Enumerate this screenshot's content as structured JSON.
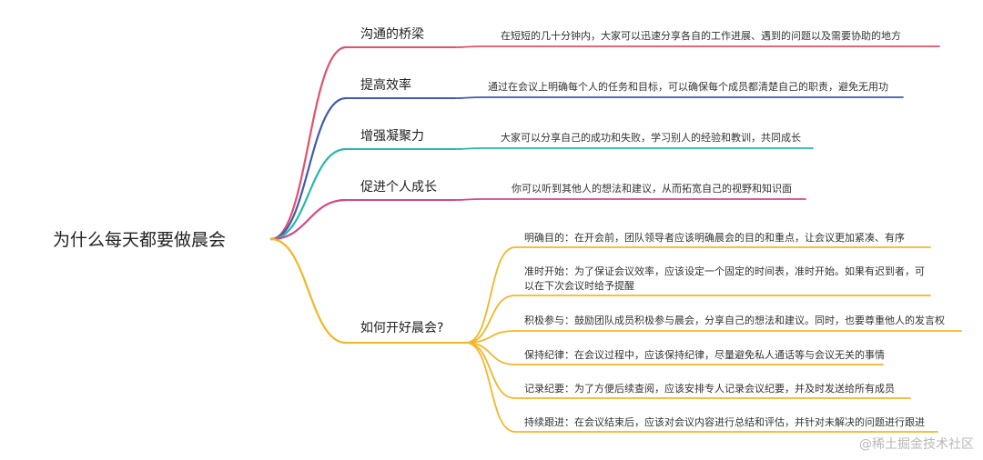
{
  "root": {
    "label": "为什么每天都要做晨会"
  },
  "branches": [
    {
      "label": "沟通的桥梁",
      "color": "#e0526a",
      "children": [
        "在短短的几十分钟内，大家可以迅速分享各自的工作进展、遇到的问题以及需要协助的地方"
      ]
    },
    {
      "label": "提高效率",
      "color": "#3e5bb0",
      "children": [
        "通过在会议上明确每个人的任务和目标，可以确保每个成员都清楚自己的职责，避免无用功"
      ]
    },
    {
      "label": "增强凝聚力",
      "color": "#27b8a8",
      "children": [
        "大家可以分享自己的成功和失败，学习别人的经验和教训，共同成长"
      ]
    },
    {
      "label": "促进个人成长",
      "color": "#d2488c",
      "children": [
        "你可以听到其他人的想法和建议，从而拓宽自己的视野和知识面"
      ]
    },
    {
      "label": "如何开好晨会?",
      "color": "#f3b628",
      "children": [
        "明确目的：在开会前，团队领导者应该明确晨会的目的和重点，让会议更加紧凑、有序",
        "准时开始：为了保证会议效率，应该设定一个固定的时间表，准时开始。如果有迟到者，可以在下次会议时给予提醒",
        "积极参与：鼓励团队成员积极参与晨会，分享自己的想法和建议。同时，也要尊重他人的发言权",
        "保持纪律：在会议过程中，应该保持纪律，尽量避免私人通话等与会议无关的事情",
        "记录纪要：为了方便后续查阅，应该安排专人记录会议纪要，并及时发送给所有成员",
        "持续跟进：在会议结束后，应该对会议内容进行总结和评估，并针对未解决的问题进行跟进"
      ]
    }
  ],
  "watermark": "@稀土掘金技术社区"
}
